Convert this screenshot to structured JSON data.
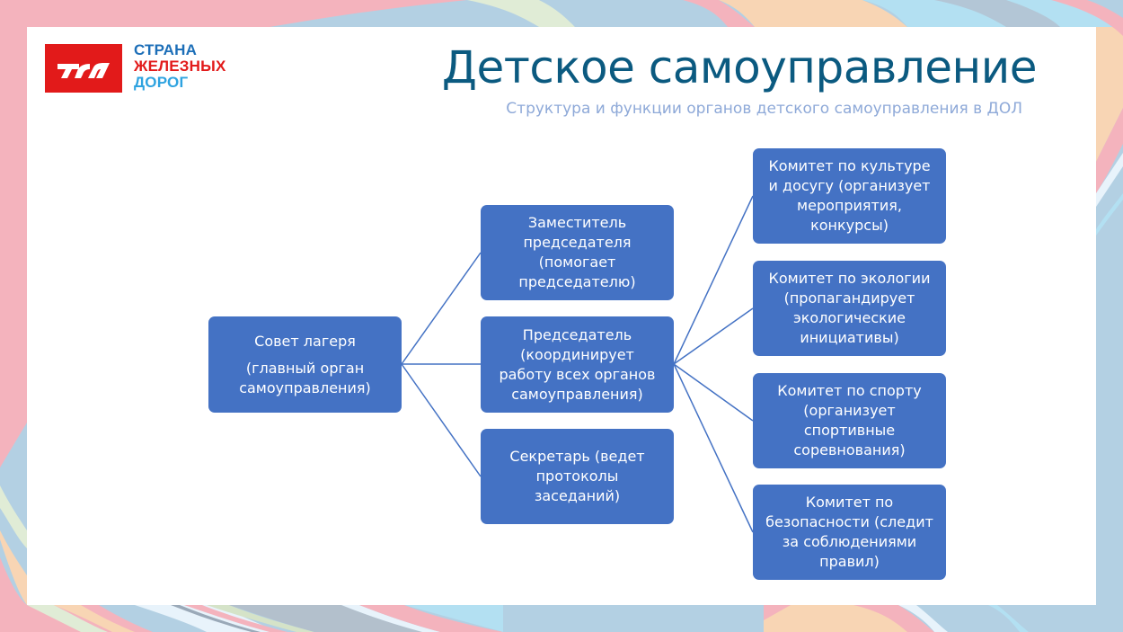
{
  "slide": {
    "title": "Детское самоуправление",
    "subtitle": "Структура и функции органов детского самоуправления в ДОЛ"
  },
  "logo": {
    "icon": "rzd-logo-icon",
    "brand_lines": [
      "СТРАНА",
      "ЖЕЛЕЗНЫХ",
      "ДОРОГ"
    ],
    "colors": {
      "red": "#e21a1a",
      "blue": "#1d6fb8",
      "light_blue": "#2ea3e0"
    }
  },
  "colors": {
    "box_fill": "#4472c4",
    "connector": "#4472c4",
    "title": "#0b5a80",
    "subtitle": "#8ea9d8"
  },
  "diagram": {
    "root": {
      "name": "Совет лагеря",
      "description": "(главный орган самоуправления)",
      "lines": [
        "Совет лагеря",
        "(главный орган",
        "самоуправления)"
      ]
    },
    "level2": [
      {
        "lines": [
          "Заместитель",
          "председателя",
          "(помогает",
          "председателю)"
        ]
      },
      {
        "lines": [
          "Председатель",
          "(координирует",
          "работу всех органов",
          "самоуправления)"
        ]
      },
      {
        "lines": [
          "Секретарь (ведет",
          "протоколы",
          "заседаний)"
        ]
      }
    ],
    "level3": [
      {
        "lines": [
          "Комитет по культуре",
          "и досугу (организует",
          "мероприятия,",
          "конкурсы)"
        ]
      },
      {
        "lines": [
          "Комитет по экологии",
          "(пропагандирует",
          "экологические",
          "инициативы)"
        ]
      },
      {
        "lines": [
          "Комитет по спорту",
          "(организует",
          "спортивные",
          "соревнования)"
        ]
      },
      {
        "lines": [
          "Комитет по",
          "безопасности (следит",
          "за соблюдениями",
          "правил)"
        ]
      }
    ]
  }
}
